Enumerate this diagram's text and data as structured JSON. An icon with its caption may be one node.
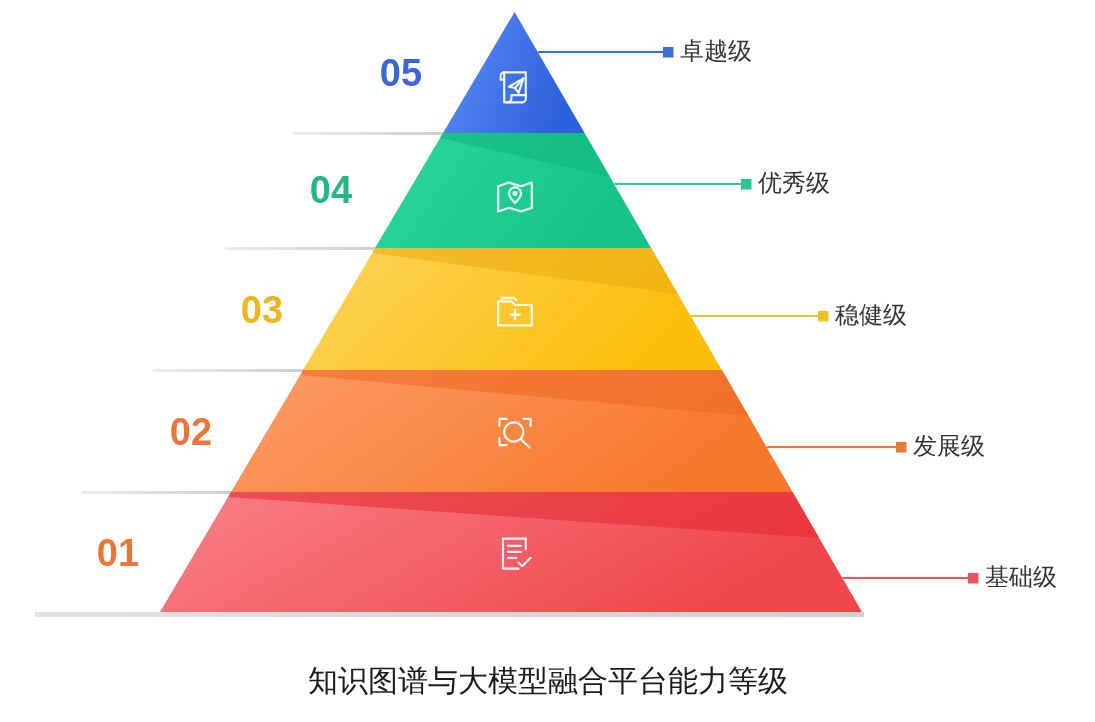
{
  "diagram": {
    "caption": "知识图谱与大模型融合平台能力等级",
    "nodes": [
      {
        "text": [
          "05"
        ]
      },
      {
        "text": [
          "卓越级"
        ]
      },
      {
        "text": [
          "04"
        ]
      },
      {
        "text": [
          "优秀级"
        ]
      },
      {
        "text": [
          "03"
        ]
      },
      {
        "text": [
          "稳健级"
        ]
      },
      {
        "text": [
          "02"
        ]
      },
      {
        "text": [
          "发展级"
        ]
      },
      {
        "text": [
          "01"
        ]
      },
      {
        "text": [
          "基础级"
        ]
      }
    ],
    "edges": [
      {
        "from": 1,
        "to": 0,
        "arrow": "other",
        "color": "#3a6fd6"
      },
      {
        "from": 3,
        "to": 2,
        "arrow": "other",
        "color": "#2cc497"
      },
      {
        "from": 5,
        "to": 4,
        "arrow": "other",
        "color": "#f2c027"
      },
      {
        "from": 7,
        "to": 6,
        "arrow": "other",
        "color": "#e47a3b"
      },
      {
        "from": 9,
        "to": 8,
        "arrow": "other",
        "color": "#e9535a"
      }
    ]
  }
}
